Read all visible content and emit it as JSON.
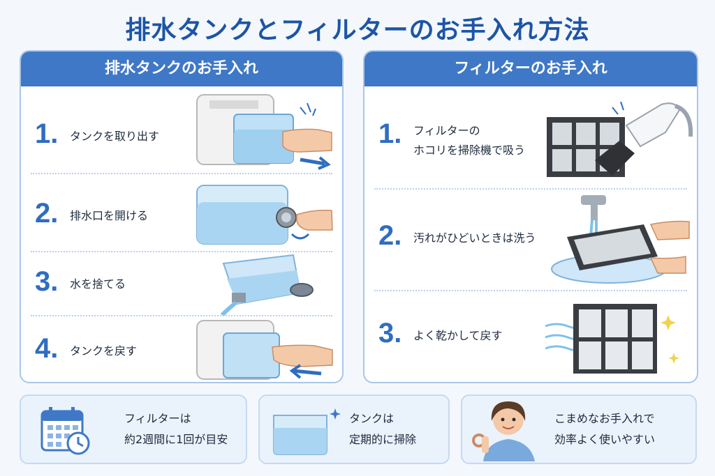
{
  "title": "排水タンクとフィルターのお手入れ方法",
  "left_panel": {
    "heading": "排水タンクのお手入れ",
    "steps": [
      {
        "num": "1.",
        "text": "タンクを取り出す",
        "icon": "tank-removal-illustration"
      },
      {
        "num": "2.",
        "text": "排水口を開ける",
        "icon": "drain-cap-illustration"
      },
      {
        "num": "3.",
        "text": "水を捨てる",
        "icon": "pour-water-illustration"
      },
      {
        "num": "4.",
        "text": "タンクを戻す",
        "icon": "tank-insert-illustration"
      }
    ]
  },
  "right_panel": {
    "heading": "フィルターのお手入れ",
    "steps": [
      {
        "num": "1.",
        "line1": "フィルターの",
        "line2": "ホコリを掃除機で吸う",
        "icon": "vacuum-filter-illustration"
      },
      {
        "num": "2.",
        "text": "汚れがひどいときは洗う",
        "icon": "wash-filter-illustration"
      },
      {
        "num": "3.",
        "text": "よく乾かして戻す",
        "icon": "dry-filter-illustration"
      }
    ]
  },
  "tips": [
    {
      "line1": "フィルターは",
      "line2": "約2週間に1回が目安",
      "icon": "calendar-clock-icon"
    },
    {
      "line1": "タンクは",
      "line2": "定期的に掃除",
      "icon": "water-tank-icon"
    },
    {
      "line1": "こまめなお手入れで",
      "line2": "効率よく使いやすい",
      "icon": "woman-ok-gesture-icon"
    }
  ],
  "colors": {
    "accent": "#3f78c6",
    "title": "#1d55a6",
    "water": "#bfe0f5"
  }
}
